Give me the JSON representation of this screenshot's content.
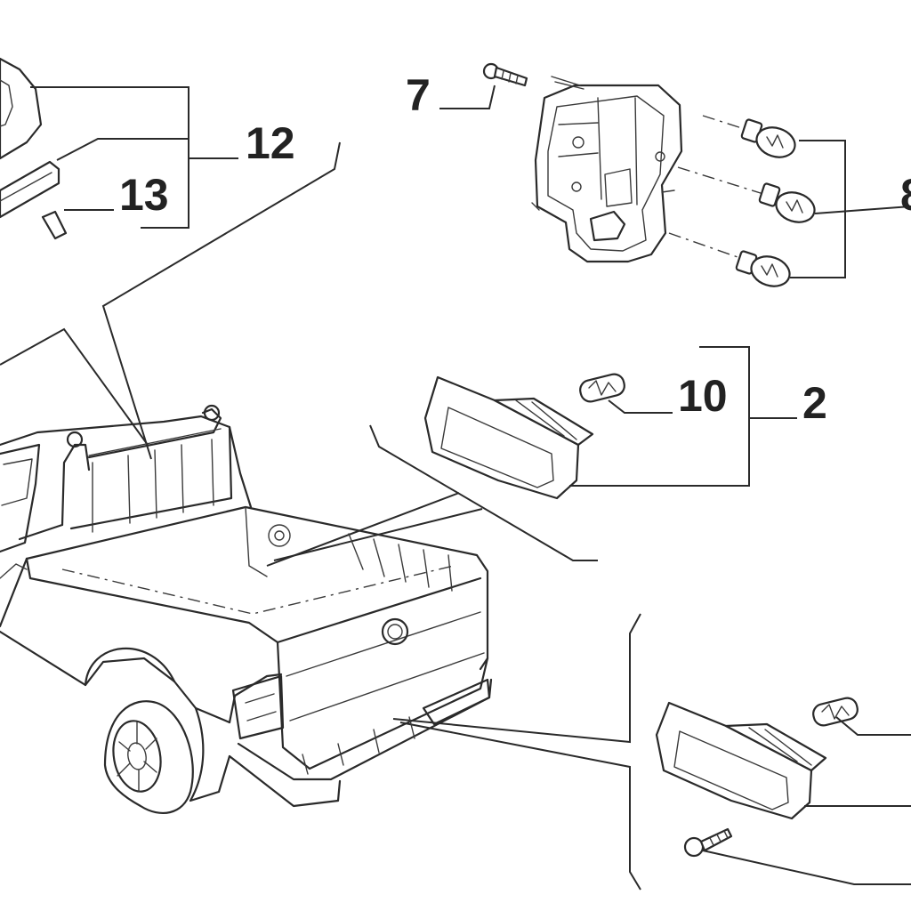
{
  "callouts": {
    "c7": "7",
    "c12": "12",
    "c13": "13",
    "c8": "8",
    "c10": "10",
    "c2": "2"
  },
  "colors": {
    "line": "#2a2a2a",
    "background": "#ffffff"
  }
}
